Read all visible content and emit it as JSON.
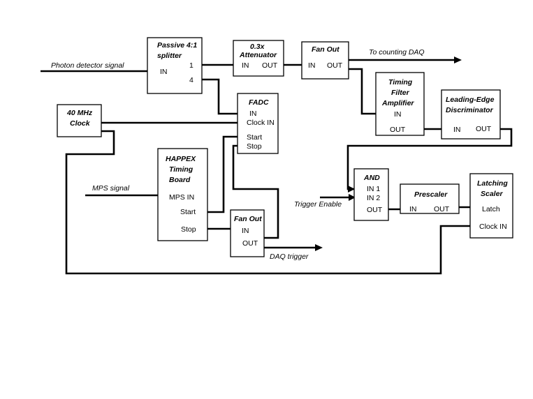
{
  "blocks": {
    "splitter": {
      "title_lines": [
        "Passive 4:1",
        "splitter"
      ],
      "ports": {
        "in": "IN",
        "out1": "1",
        "out4": "4"
      }
    },
    "attenuator": {
      "title_lines": [
        "0.3x",
        "Attenuator"
      ],
      "ports": {
        "in": "IN",
        "out": "OUT"
      }
    },
    "fanout_top": {
      "title_lines": [
        "Fan Out"
      ],
      "ports": {
        "in": "IN",
        "out": "OUT"
      }
    },
    "timing_filter": {
      "title_lines": [
        "Timing",
        "Filter",
        "Amplifier"
      ],
      "ports": {
        "in": "IN",
        "out": "OUT"
      }
    },
    "discriminator": {
      "title_lines": [
        "Leading-Edge",
        "Discriminator"
      ],
      "ports": {
        "in": "IN",
        "out": "OUT"
      }
    },
    "clock": {
      "title_lines": [
        "40 MHz",
        "Clock"
      ]
    },
    "fadc": {
      "title_lines": [
        "FADC"
      ],
      "ports": {
        "in": "IN",
        "clock_in": "Clock IN",
        "start": "Start",
        "stop": "Stop"
      }
    },
    "happex": {
      "title_lines": [
        "HAPPEX",
        "Timing",
        "Board"
      ],
      "ports": {
        "mps_in": "MPS IN",
        "start": "Start",
        "stop": "Stop"
      }
    },
    "fanout_bottom": {
      "title_lines": [
        "Fan Out"
      ],
      "ports": {
        "in": "IN",
        "out": "OUT"
      }
    },
    "and_gate": {
      "title_lines": [
        "AND"
      ],
      "ports": {
        "in1": "IN 1",
        "in2": "IN 2",
        "out": "OUT"
      }
    },
    "prescaler": {
      "title_lines": [
        "Prescaler"
      ],
      "ports": {
        "in": "IN",
        "out": "OUT"
      }
    },
    "latching_scaler": {
      "title_lines": [
        "Latching",
        "Scaler"
      ],
      "ports": {
        "latch": "Latch",
        "clock_in": "Clock IN"
      }
    }
  },
  "external_labels": {
    "photon_detector_signal": "Photon detector signal",
    "to_counting_daq": "To counting DAQ",
    "mps_signal": "MPS signal",
    "daq_trigger": "DAQ trigger",
    "trigger_enable": "Trigger Enable"
  }
}
